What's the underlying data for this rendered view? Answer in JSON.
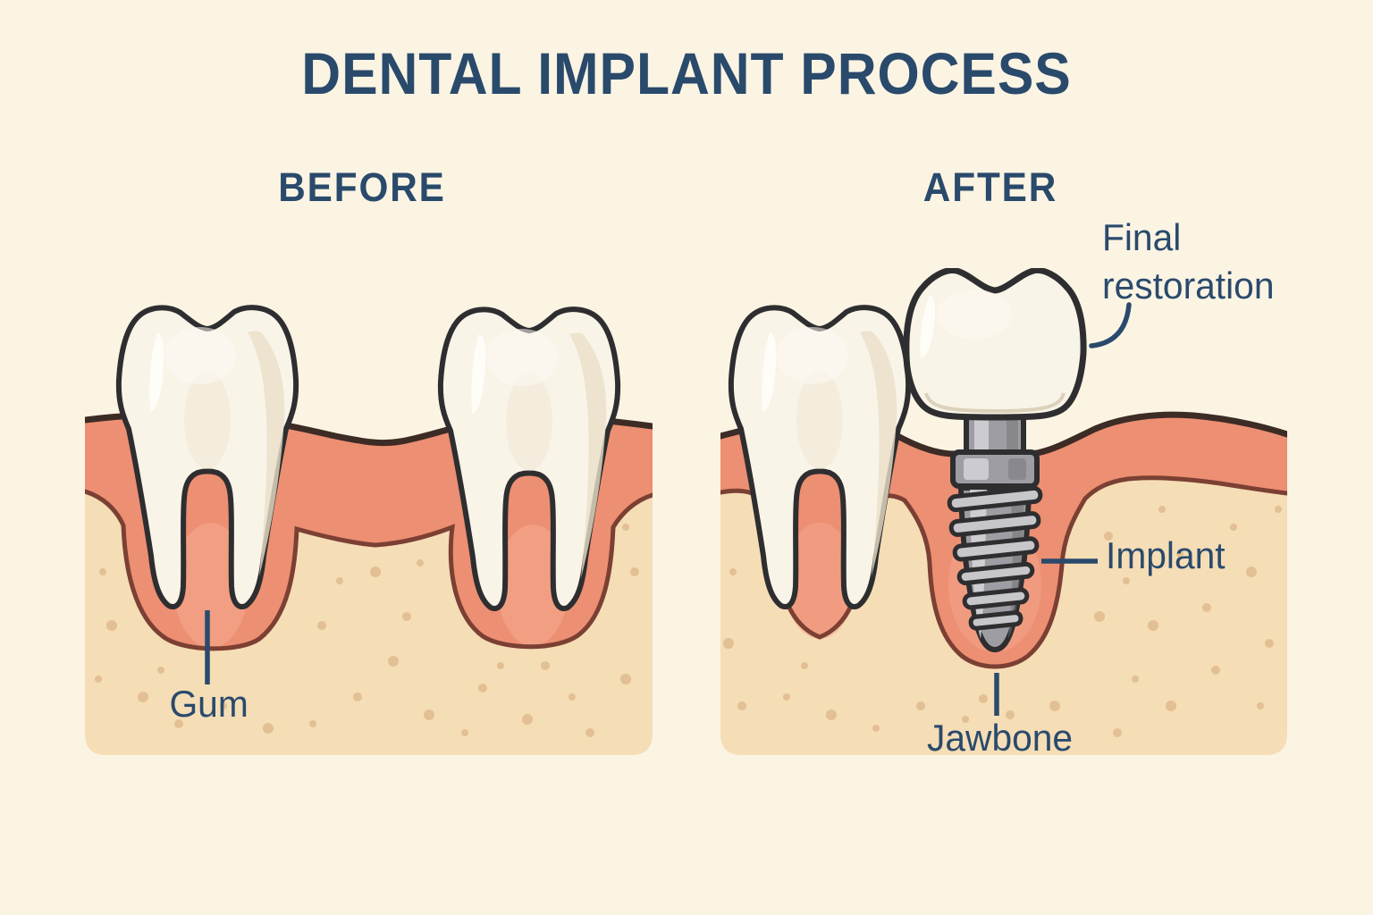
{
  "title": "DENTAL IMPLANT PROCESS",
  "before": {
    "heading": "BEFORE",
    "gum_label": "Gum"
  },
  "after": {
    "heading": "AFTER",
    "final_restoration_label": "Final\nrestoration",
    "implant_label": "Implant",
    "jawbone_label": "Jawbone"
  },
  "colors": {
    "background": "#fbf4e3",
    "text_navy": "#2a4a6c",
    "gum": "#ed8f72",
    "gum_light": "#f4a88e",
    "gum_outline_top": "#3d2b26",
    "gum_outline_bone": "#7b4033",
    "bone": "#f5ddb6",
    "bone_speckle": "#dfbb8e",
    "tooth": "#f9f4e8",
    "tooth_shade": "#eadfc8",
    "tooth_highlight": "#fffef9",
    "outline": "#2e2e30",
    "metal": "#9d9da3",
    "metal_light": "#d7d7db",
    "metal_dark": "#74747a",
    "metal_thread": "#c6c6cb"
  }
}
